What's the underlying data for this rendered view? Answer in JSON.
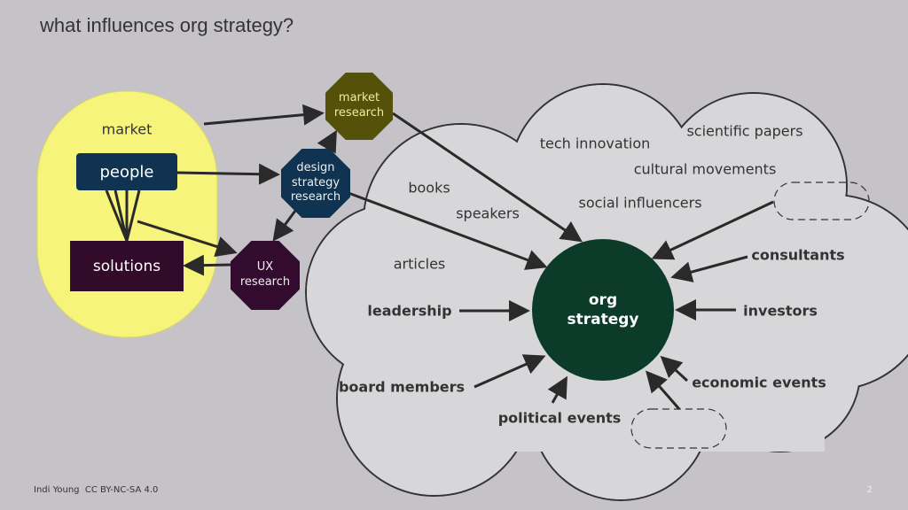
{
  "title": "what influences org strategy?",
  "left": {
    "market": "market",
    "people": "people",
    "solutions": "solutions"
  },
  "research": {
    "market": "market research",
    "design": "design strategy research",
    "ux": "UX research"
  },
  "center": "org strategy",
  "influences": {
    "scientific_papers": "scientific papers",
    "tech_innovation": "tech innovation",
    "cultural_movements": "cultural movements",
    "books": "books",
    "social_influencers": "social influencers",
    "speakers": "speakers",
    "articles": "articles",
    "consultants": "consultants",
    "leadership": "leadership",
    "investors": "investors",
    "economic_events": "economic events",
    "board_members": "board members",
    "political_events": "political events"
  },
  "footer": {
    "author": "Indi Young",
    "license": "CC BY-NC-SA 4.0"
  },
  "page_number": "2",
  "colors": {
    "yellow": "#f6f47a",
    "people": "#0f3350",
    "solutions": "#330b2a",
    "market_research": "#55510b",
    "ux_research": "#320b2e",
    "org_strategy": "#0c3b29"
  }
}
